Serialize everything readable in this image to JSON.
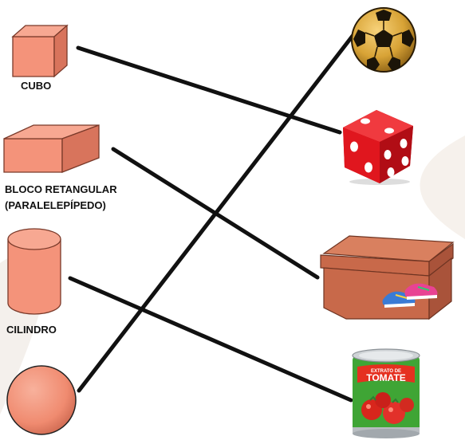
{
  "shapes": {
    "cube": {
      "label": "CUBO"
    },
    "block": {
      "label_line1": "BLOCO RETANGULAR",
      "label_line2": "(PARALELEPÍPEDO)"
    },
    "cylinder": {
      "label": "CILINDRO"
    },
    "sphere": {
      "label": ""
    }
  },
  "objects": {
    "ball": {
      "name": "soccer-ball"
    },
    "die": {
      "name": "red-die"
    },
    "shoebox": {
      "name": "shoe-box"
    },
    "can": {
      "banner_small": "EXTRATO DE",
      "banner_big": "TOMATE"
    }
  },
  "connections": [
    {
      "from": "cube",
      "to": "die"
    },
    {
      "from": "block",
      "to": "shoebox"
    },
    {
      "from": "cylinder",
      "to": "can"
    },
    {
      "from": "sphere",
      "to": "ball"
    }
  ],
  "colors": {
    "shape_fill": "#f4937a",
    "shape_dark": "#d8745c",
    "line": "#111111",
    "die_red": "#e0161e",
    "box_brown": "#c8694a",
    "can_green": "#3fa535"
  }
}
